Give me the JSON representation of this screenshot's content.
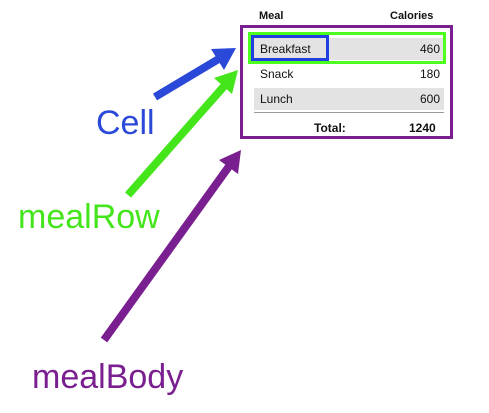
{
  "table": {
    "header": {
      "meal": "Meal",
      "calories": "Calories"
    },
    "rows": [
      {
        "meal": "Breakfast",
        "calories": "460"
      },
      {
        "meal": "Snack",
        "calories": "180"
      },
      {
        "meal": "Lunch",
        "calories": "600"
      }
    ],
    "total": {
      "label": "Total:",
      "value": "1240"
    }
  },
  "annotations": {
    "cell": "Cell",
    "meal_row": "mealRow",
    "meal_body": "mealBody"
  },
  "colors": {
    "cell": "#2a49d8",
    "meal_row": "#44e61b",
    "meal_body": "#7a1f8f"
  }
}
